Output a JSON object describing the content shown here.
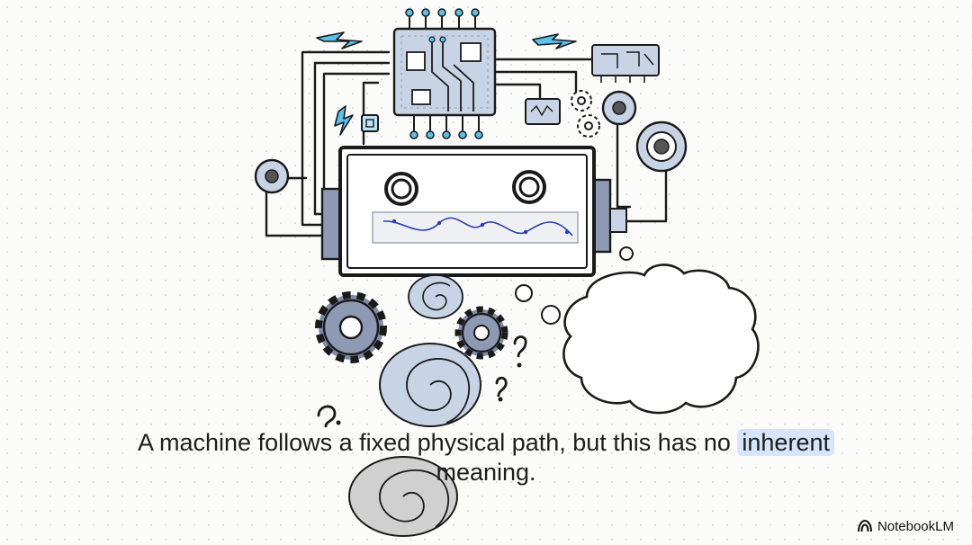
{
  "caption": {
    "before": "A machine follows a fixed physical path, but this has no",
    "highlight": "inherent",
    "after": "meaning."
  },
  "brand": {
    "label": "NotebookLM",
    "icon": "notebooklm-logo-icon"
  },
  "colors": {
    "highlight": "#d6e5fb",
    "accent": "#5bc0eb",
    "ink": "#111111"
  }
}
